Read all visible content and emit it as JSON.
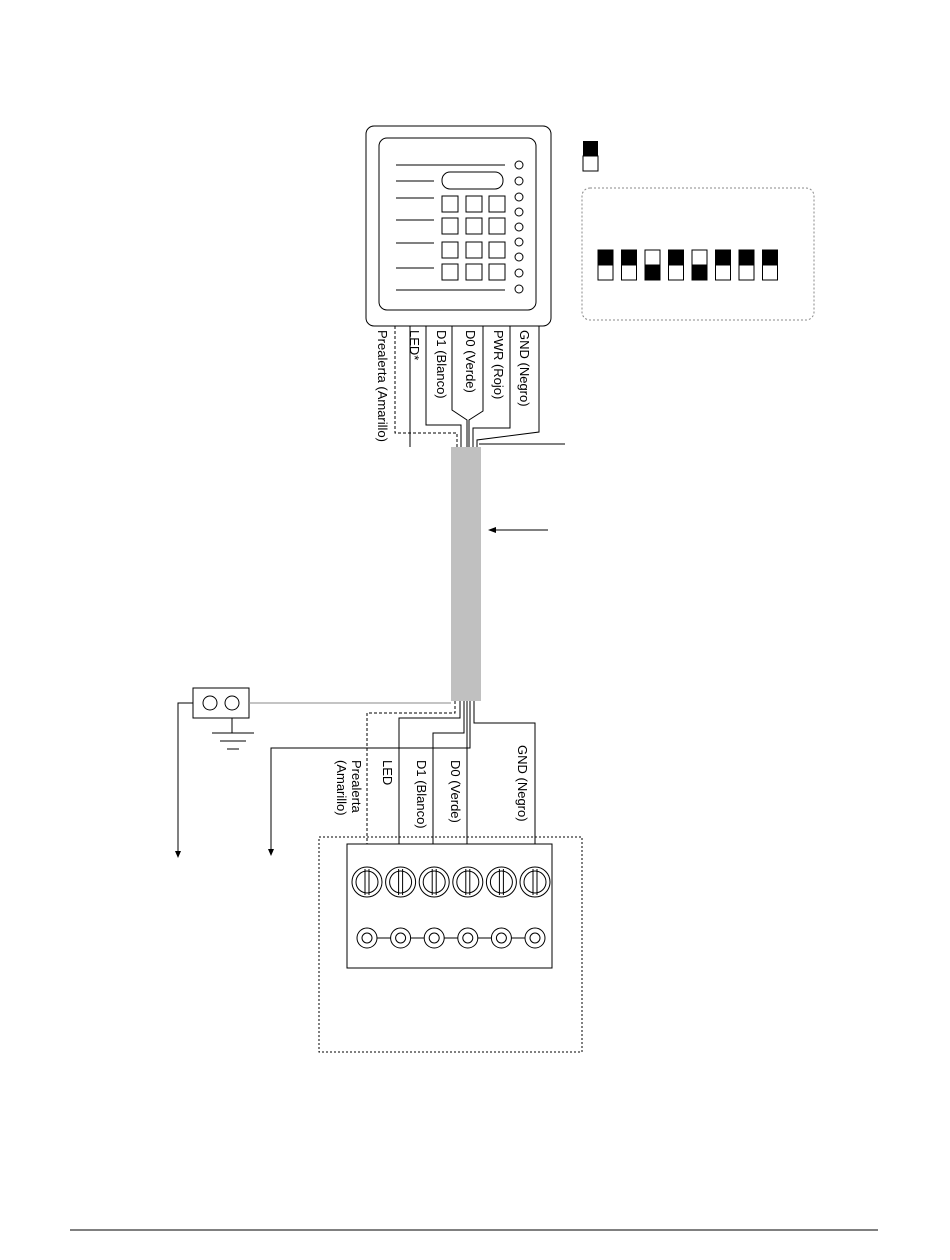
{
  "top_wire_labels": [
    "Prealerta (Amarillo)",
    "LED*",
    "D1 (Blanco)",
    "D0 (Verde)",
    "PWR (Rojo)",
    "GND (Negro)"
  ],
  "bottom_wire_labels": {
    "prealerta_line1": "Prealerta",
    "prealerta_line2": "(Amarillo)",
    "led": "LED",
    "d1": "D1 (Blanco)",
    "d0": "D0 (Verde)",
    "gnd": "GND (Negro)"
  },
  "dip_switch_positions": [
    "up",
    "up",
    "down",
    "up",
    "down",
    "up",
    "up",
    "up"
  ],
  "terminal_count": 6,
  "colors": {
    "cable": "#c0c0c0",
    "line": "#000000"
  }
}
